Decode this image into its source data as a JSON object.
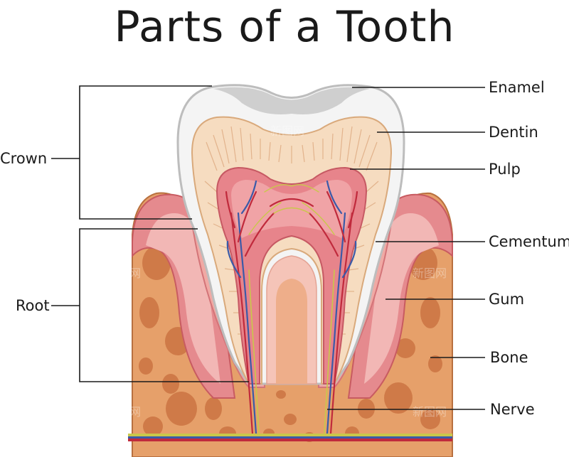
{
  "title": "Parts of a Tooth",
  "labels": {
    "enamel": "Enamel",
    "dentin": "Dentin",
    "pulp": "Pulp",
    "cementum": "Cementum",
    "gum": "Gum",
    "bone": "Bone",
    "nerve": "Nerve",
    "crown": "Crown",
    "root": "Root"
  },
  "watermark": "新图网",
  "colors": {
    "enamel": "#f4f4f4",
    "enamel_outline": "#c9c9c9",
    "dentin": "#f6dcc0",
    "pulp": "#e7848b",
    "gum": "#e58a8e",
    "bone": "#e6a06a",
    "bone_spot": "#cf7a48",
    "nerve_red": "#c02a3c",
    "nerve_blue": "#3b5aa8",
    "nerve_yellow": "#c9c84a"
  }
}
